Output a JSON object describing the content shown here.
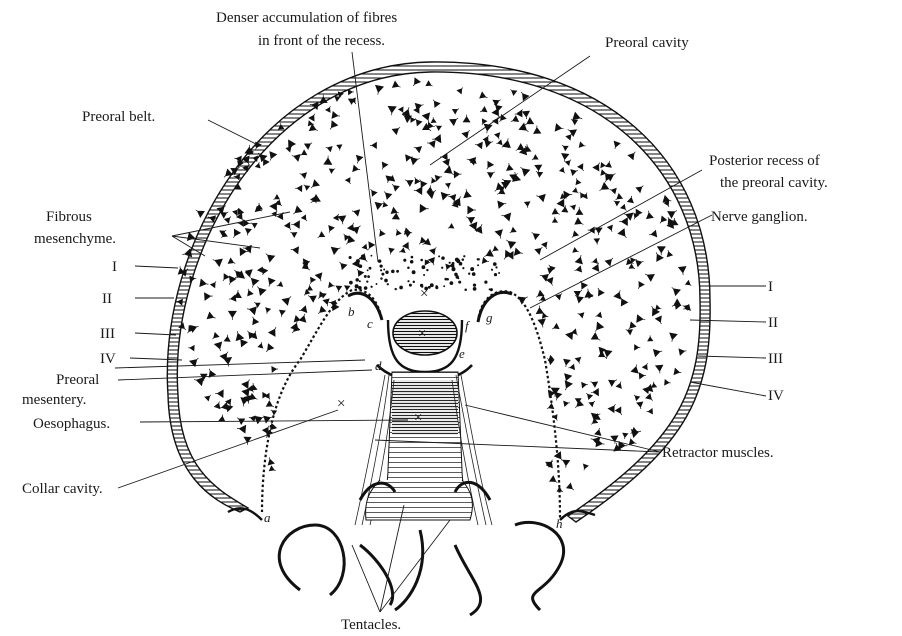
{
  "labels": {
    "denser_line1": "Denser accumulation of fibres",
    "denser_line2": "in front of the recess.",
    "preoral_cavity": "Preoral cavity",
    "preoral_belt": "Preoral belt.",
    "posterior_recess_line1": "Posterior recess of",
    "posterior_recess_line2": "the preoral cavity.",
    "fibrous_line1": "Fibrous",
    "fibrous_line2": "mesenchyme.",
    "nerve_ganglion": "Nerve ganglion.",
    "preoral_mesentery_line1": "Preoral",
    "preoral_mesentery_line2": "mesentery.",
    "oesophagus": "Oesophagus.",
    "retractor_muscles": "Retractor muscles.",
    "collar_cavity": "Collar cavity.",
    "tentacles": "Tentacles."
  },
  "layers_left": [
    "I",
    "II",
    "III",
    "IV"
  ],
  "layers_right": [
    "I",
    "II",
    "III",
    "IV"
  ],
  "letters": {
    "a": "a",
    "b": "b",
    "c": "c",
    "d": "d",
    "e": "e",
    "f": "f",
    "g": "g",
    "h": "h"
  },
  "markers": [
    "×",
    "×",
    "×",
    "×"
  ]
}
